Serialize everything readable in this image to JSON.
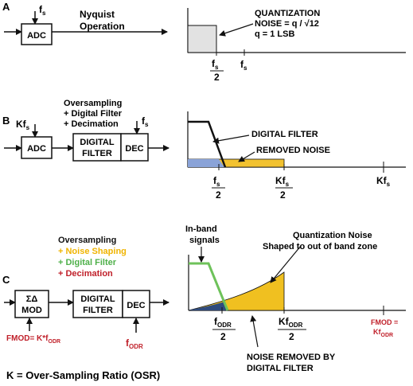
{
  "colors": {
    "ink": "#111111",
    "quant_noise_fill": "#e2e2e2",
    "removed_noise": "#f2c230",
    "filter_blue": "#8aa3d8",
    "shaped_noise": "#f0c020",
    "removed_dark": "#2f4b7e",
    "green_filter": "#6ec25a",
    "red": "#c0202a"
  },
  "section_a": {
    "letter": "A",
    "fs_top": "f",
    "fs_top_sub": "s",
    "adc": "ADC",
    "operation_line1": "Nyquist",
    "operation_line2": "Operation",
    "quant_line1": "QUANTIZATION",
    "quant_line2": "NOISE = q / √12",
    "quant_line3": "q = 1 LSB",
    "tick_half_num": "f",
    "tick_half_num_sub": "s",
    "tick_half_den": "2",
    "tick_fs": "f",
    "tick_fs_sub": "s"
  },
  "section_b": {
    "letter": "B",
    "note_line1": "Oversampling",
    "note_line2": "+ Digital Filter",
    "note_line3": "+ Decimation",
    "kfs_label": "Kf",
    "kfs_label_sub": "s",
    "fs_label": "f",
    "fs_label_sub": "s",
    "adc": "ADC",
    "filter_line1": "DIGITAL",
    "filter_line2": "FILTER",
    "dec": "DEC",
    "digital_filter_label": "DIGITAL FILTER",
    "removed_noise_label": "REMOVED NOISE",
    "tick_half_num": "f",
    "tick_half_num_sub": "s",
    "tick_half_den": "2",
    "tick_kfs_half_num": "Kf",
    "tick_kfs_half_num_sub": "s",
    "tick_kfs_half_den": "2",
    "tick_kfs": "Kf",
    "tick_kfs_sub": "s"
  },
  "section_c": {
    "letter": "C",
    "note_line1": "Oversampling",
    "note_line2": "+ Noise Shaping",
    "note_line3": "+ Digital Filter",
    "note_line4": "+ Decimation",
    "mod_line1": "ΣΔ",
    "mod_line2": "MOD",
    "filter_line1": "DIGITAL",
    "filter_line2": "FILTER",
    "dec": "DEC",
    "fmod_label": "FMOD= K*f",
    "fmod_label_sub": "ODR",
    "fodr_label": "f",
    "fodr_label_sub": "ODR",
    "inband_line1": "In-band",
    "inband_line2": "signals",
    "qnoise_line1": "Quantization Noise",
    "qnoise_line2": "Shaped to out of band zone",
    "tick_half_num": "f",
    "tick_half_num_sub": "ODR",
    "tick_half_den": "2",
    "tick_khalf_num": "Kf",
    "tick_khalf_num_sub": "ODR",
    "tick_khalf_den": "2",
    "tick_fmod_line1": "FMOD =",
    "tick_fmod_line2": "Kf",
    "tick_fmod_line2_sub": "ODR",
    "removed_line1": "NOISE REMOVED BY",
    "removed_line2": "DIGITAL FILTER"
  },
  "footer": {
    "osr_text": "K = Over-Sampling Ratio (OSR)"
  }
}
